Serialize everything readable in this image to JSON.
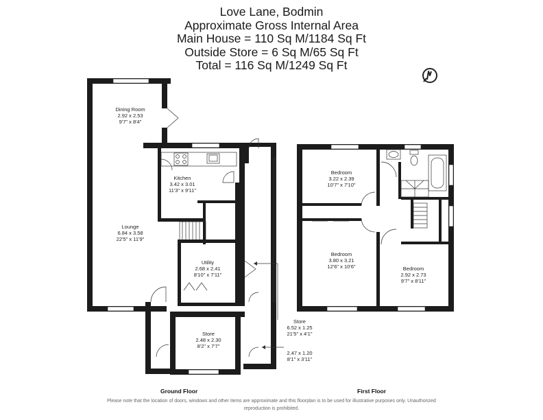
{
  "title": {
    "line1": "Love Lane, Bodmin",
    "line2": "Approximate Gross Internal Area",
    "line3": "Main House = 110 Sq M/1184 Sq Ft",
    "line4": "Outside Store = 6 Sq M/65 Sq Ft",
    "line5": "Total = 116 Sq M/1249 Sq Ft"
  },
  "compass": {
    "icon": "north-arrow-icon",
    "letter": "N"
  },
  "rooms": {
    "dining": {
      "name": "Dining Room",
      "metric": "2.92 x 2.53",
      "imperial": "9'7\" x 8'4\""
    },
    "kitchen": {
      "name": "Kitchen",
      "metric": "3.42 x 3.01",
      "imperial": "11'3\" x 9'11\""
    },
    "lounge": {
      "name": "Lounge",
      "metric": "6.84 x 3.58",
      "imperial": "22'5\" x 11'9\""
    },
    "utility": {
      "name": "Utility",
      "metric": "2.68 x 2.41",
      "imperial": "8'10\" x 7'11\""
    },
    "store_ground": {
      "name": "Store",
      "metric": "2.48 x 2.30",
      "imperial": "8'2\" x 7'7\""
    },
    "store_outside": {
      "name": "Store",
      "metric": "6.52 x 1.25",
      "imperial": "21'5\" x 4'1\""
    },
    "store_small": {
      "metric": "2.47 x 1.20",
      "imperial": "8'1\" x 3'11\""
    },
    "bedroom1": {
      "name": "Bedroom",
      "metric": "3.22 x 2.39",
      "imperial": "10'7\" x 7'10\""
    },
    "bedroom2": {
      "name": "Bedroom",
      "metric": "3.80 x 3.21",
      "imperial": "12'6\" x 10'6\""
    },
    "bedroom3": {
      "name": "Bedroom",
      "metric": "2.92 x 2.73",
      "imperial": "9'7\" x 8'11\""
    }
  },
  "floors": {
    "ground": "Ground Floor",
    "first": "First Floor"
  },
  "disclaimer": "Please note that the location of doors, windows and other items are approximate and this floorplan is to be used for illustrative purposes only. Unauthorized reproduction is prohibited."
}
